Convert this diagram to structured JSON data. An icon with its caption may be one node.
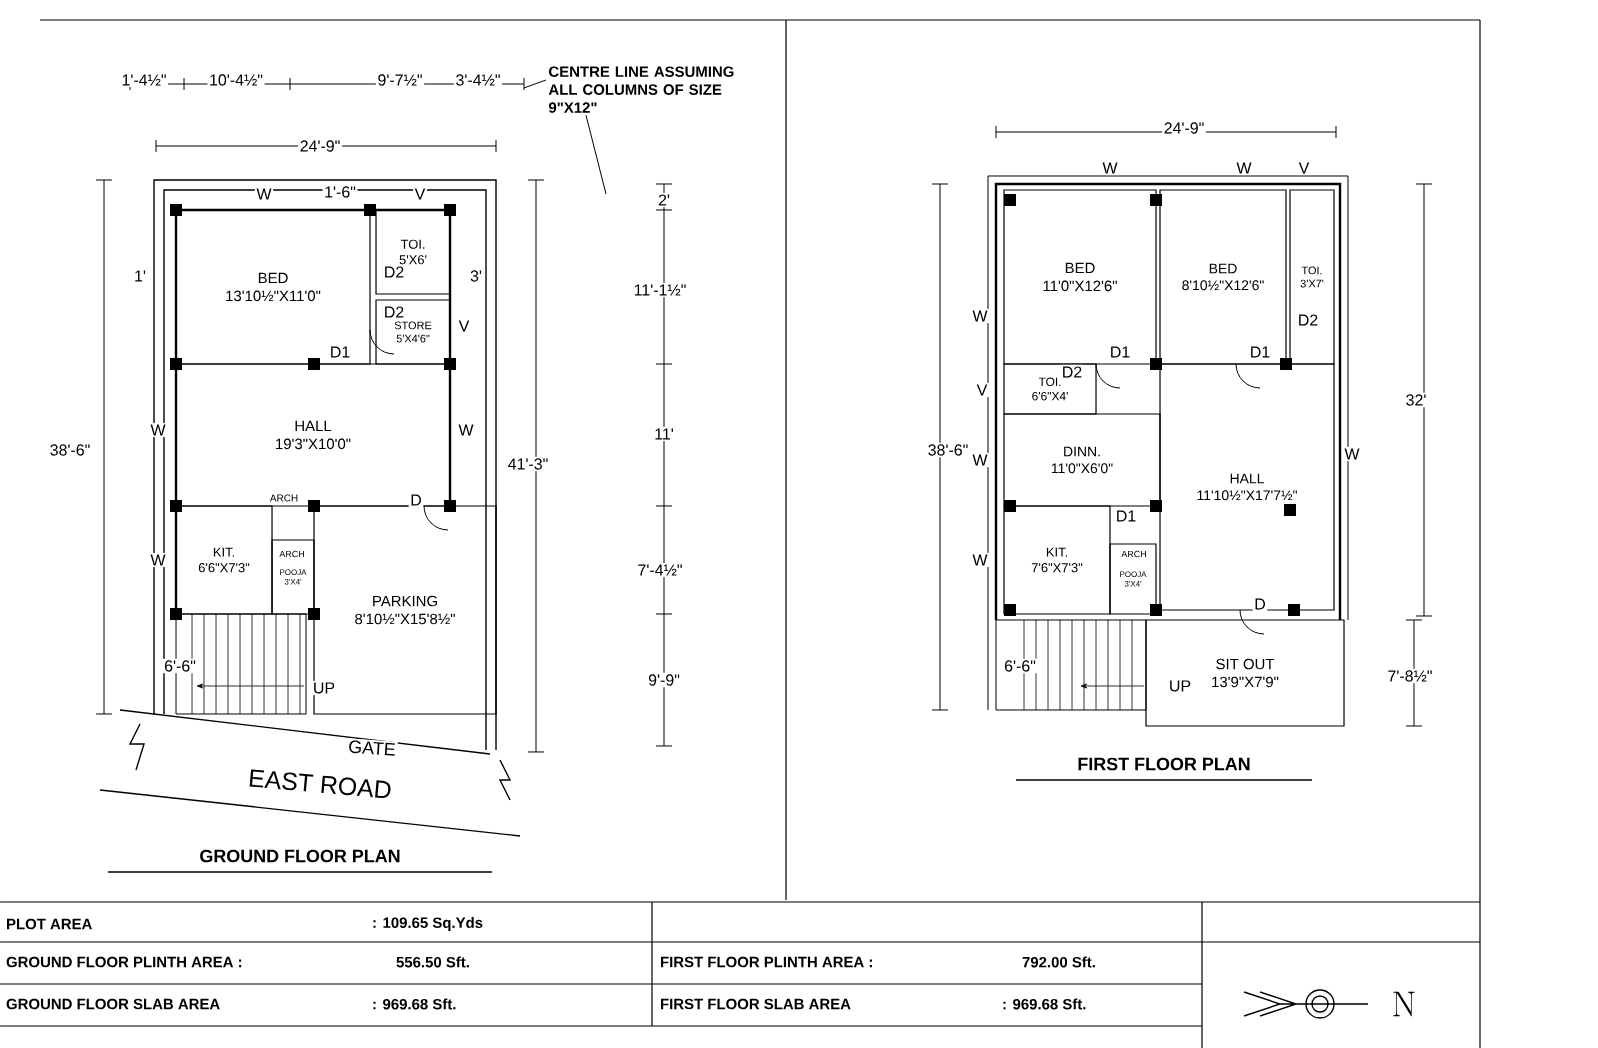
{
  "diagram": {
    "nodes": [
      {
        "text": [
          "BED",
          "13'10½\"X11'0\""
        ]
      },
      {
        "text": [
          "TOI.",
          "5'X6'"
        ]
      },
      {
        "text": [
          "STORE",
          "5'X4'6\""
        ]
      },
      {
        "text": [
          "HALL",
          "19'3\"X10'0\""
        ]
      },
      {
        "text": [
          "KIT.",
          "6'6\"X7'3\""
        ]
      },
      {
        "text": [
          "POOJA",
          "3'X4'"
        ]
      },
      {
        "text": [
          "PARKING",
          "8'10½\"X15'8½\""
        ]
      },
      {
        "text": [
          "BED",
          "11'0\"X12'6\""
        ]
      },
      {
        "text": [
          "BED",
          "8'10½\"X12'6\""
        ]
      },
      {
        "text": [
          "TOI.",
          "3'X7'"
        ]
      },
      {
        "text": [
          "TOI.",
          "6'6\"X4'"
        ]
      },
      {
        "text": [
          "DINN.",
          "11'0\"X6'0\""
        ]
      },
      {
        "text": [
          "HALL",
          "11'10½\"X17'7½\""
        ]
      },
      {
        "text": [
          "KIT.",
          "7'6\"X7'3\""
        ]
      },
      {
        "text": [
          "POOJA",
          "3'X4'"
        ]
      },
      {
        "text": [
          "SIT OUT",
          "13'9\"X7'9\""
        ]
      },
      {
        "text": [
          "CENTRE LINE ASSUMING ALL COLUMNS OF SIZE 9\"X12\""
        ]
      }
    ],
    "edges": [
      {
        "from": 16,
        "to": null,
        "arrow": "none"
      },
      {
        "from": 16,
        "to": null,
        "arrow": "none"
      }
    ],
    "labels": [
      "1'-4½\"",
      "10'-4½\"",
      "9'-7½\"",
      "3'-4½\"",
      "24'-9\"",
      "W",
      "1'-6\"",
      "V",
      "1'",
      "D2",
      "3'",
      "D2",
      "V",
      "D1",
      "W",
      "W",
      "38'-6\"",
      "41'-3\"",
      "ARCH",
      "D",
      "ARCH",
      "W",
      "6'-6\"",
      "UP",
      "GATE",
      "EAST ROAD",
      "GROUND FLOOR PLAN",
      "2'",
      "11'-1½\"",
      "11'",
      "7'-4½\"",
      "9'-9\"",
      "24'-9\"",
      "W",
      "W",
      "V",
      "W",
      "D2",
      "D1",
      "D1",
      "D2",
      "V",
      "32'",
      "38'-6\"",
      "W",
      "W",
      "D1",
      "ARCH",
      "W",
      "D",
      "6'-6\"",
      "UP",
      "7'-8½\"",
      "FIRST FLOOR PLAN",
      "PLOT AREA",
      ": 109.65 Sq.Yds",
      "GROUND  FLOOR PLINTH AREA :",
      "556.50 Sft.",
      "FIRST  FLOOR PLINTH AREA :",
      "792.00 Sft.",
      "GROUND  FLOOR SLAB AREA",
      ": 969.68 Sft.",
      "FIRST  FLOOR SLAB AREA",
      ": 969.68 Sft.",
      "N"
    ]
  }
}
